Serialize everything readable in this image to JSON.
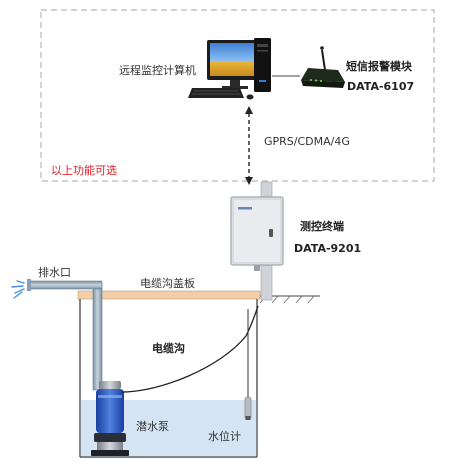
{
  "labels": {
    "computer": "远程监控计算机",
    "sms_module_name": "短信报警模块",
    "sms_module_model": "DATA-6107",
    "network": "GPRS/CDMA/4G",
    "optional": "以上功能可选",
    "terminal_name": "测控终端",
    "terminal_model": "DATA-9201",
    "drain_outlet": "排水口",
    "trench_cover": "电缆沟盖板",
    "cable_trench": "电缆沟",
    "pump": "潜水泵",
    "level_gauge": "水位计"
  },
  "colors": {
    "dashed_border": "#b8b8b8",
    "optional_text": "#e0202a",
    "cover_board": "#f2cfa8",
    "water": "#d4e4f3",
    "pipe": "#8aa0b4",
    "text": "#333333",
    "spray": "#4a90d9"
  }
}
